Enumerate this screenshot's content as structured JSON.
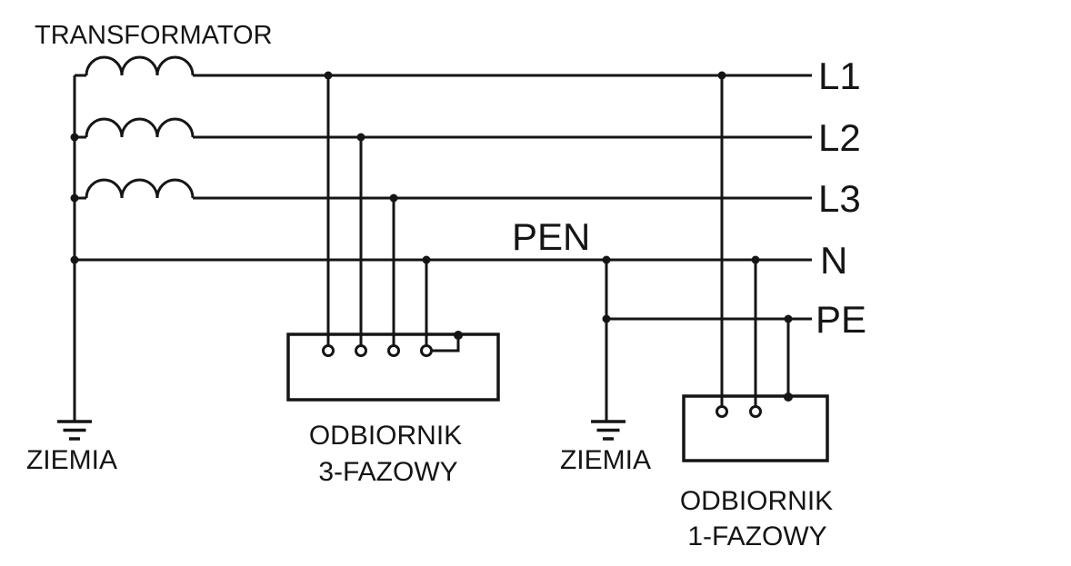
{
  "colors": {
    "ink": "#151515",
    "background": "#ffffff"
  },
  "transformer": {
    "label": "TRANSFORMATOR",
    "windings": 3
  },
  "pen": {
    "label": "PEN"
  },
  "buses": [
    {
      "id": "L1",
      "label": "L1"
    },
    {
      "id": "L2",
      "label": "L2"
    },
    {
      "id": "L3",
      "label": "L3"
    },
    {
      "id": "N",
      "label": "N"
    },
    {
      "id": "PE",
      "label": "PE"
    }
  ],
  "earth_left": {
    "label": "ZIEMIA"
  },
  "earth_mid": {
    "label": "ZIEMIA"
  },
  "load_three_phase": {
    "label_line1": "ODBIORNIK",
    "label_line2": "3-FAZOWY",
    "terminals": 4
  },
  "load_single_phase": {
    "label_line1": "ODBIORNIK",
    "label_line2": "1-FAZOWY",
    "terminals": 2
  }
}
